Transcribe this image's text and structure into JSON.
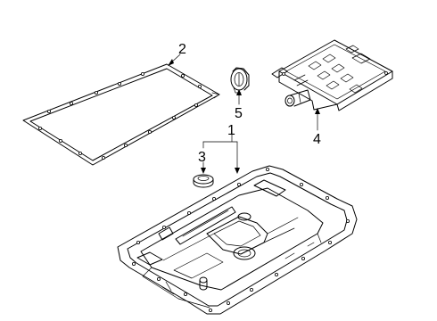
{
  "callouts": [
    {
      "id": "1",
      "label": "1",
      "part": "oil-pan"
    },
    {
      "id": "2",
      "label": "2",
      "part": "pan-gasket"
    },
    {
      "id": "3",
      "label": "3",
      "part": "drain-plug"
    },
    {
      "id": "4",
      "label": "4",
      "part": "filter"
    },
    {
      "id": "5",
      "label": "5",
      "part": "seal"
    }
  ]
}
